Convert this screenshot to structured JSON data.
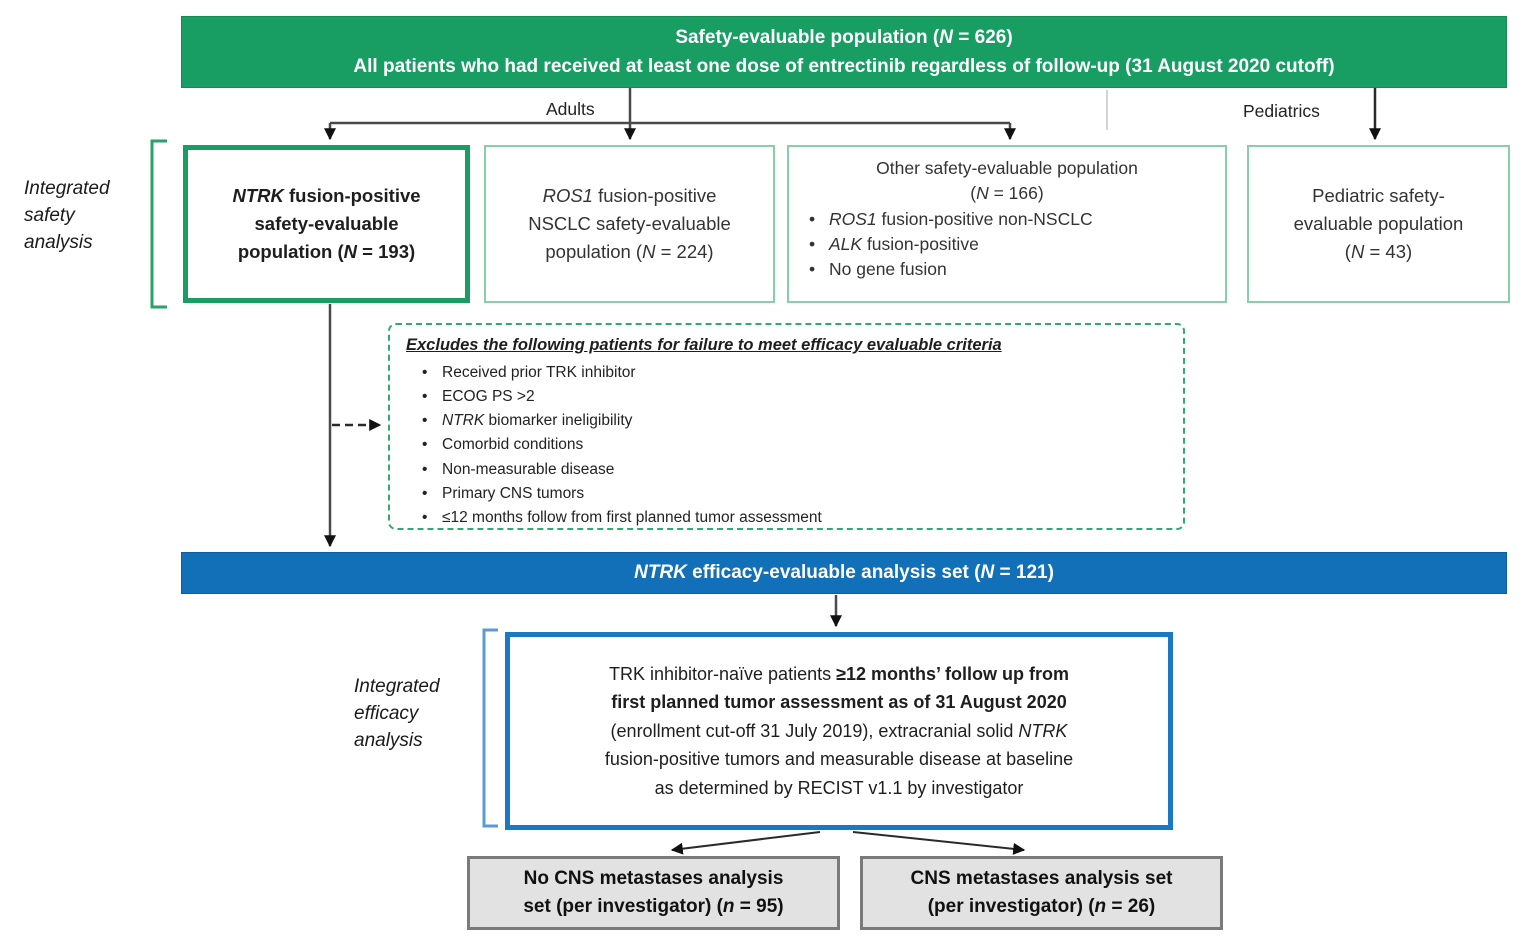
{
  "colors": {
    "green_fill": "#189e62",
    "green_border_light": "#85d0a8",
    "green_dashed_border": "#2fab6e",
    "green_bracket": "#2ba26b",
    "blue_fill": "#1170b8",
    "blue_border": "#1b78c2",
    "blue_bracket": "#5b9bd5",
    "gray_fill": "#e2e2e2",
    "gray_border": "#7a7a7a",
    "connector_line": "#4a4a4a"
  },
  "header": {
    "line1": [
      {
        "t": "Safety-evaluable population ("
      },
      {
        "t": "N",
        "i": true
      },
      {
        "t": " = 626)"
      }
    ],
    "line2": [
      {
        "t": "All patients who had received at least one dose of entrectinib regardless of follow-up (31 August 2020 cutoff)"
      }
    ]
  },
  "branch_labels": {
    "adults": "Adults",
    "pediatrics": "Pediatrics"
  },
  "side_labels": {
    "safety": [
      {
        "t": "Integrated"
      },
      {
        "br": true
      },
      {
        "t": "safety"
      },
      {
        "br": true
      },
      {
        "t": "analysis"
      }
    ],
    "efficacy": [
      {
        "t": "Integrated"
      },
      {
        "br": true
      },
      {
        "t": "efficacy"
      },
      {
        "br": true
      },
      {
        "t": "analysis"
      }
    ]
  },
  "row1": {
    "ntrk": [
      {
        "t": "NTRK",
        "i": true
      },
      {
        "t": " fusion-positive"
      },
      {
        "br": true
      },
      {
        "t": "safety-evaluable"
      },
      {
        "br": true
      },
      {
        "t": "population ("
      },
      {
        "t": "N",
        "i": true
      },
      {
        "t": " = 193)"
      }
    ],
    "ros1": [
      {
        "t": "ROS1",
        "i": true
      },
      {
        "t": " fusion-positive"
      },
      {
        "br": true
      },
      {
        "t": "NSCLC safety-evaluable"
      },
      {
        "br": true
      },
      {
        "t": "population ("
      },
      {
        "t": "N",
        "i": true
      },
      {
        "t": " = 224)"
      }
    ],
    "other": {
      "title": [
        {
          "t": "Other safety-evaluable population"
        },
        {
          "br": true
        },
        {
          "t": "("
        },
        {
          "t": "N",
          "i": true
        },
        {
          "t": " = 166)"
        }
      ],
      "bullets": [
        [
          {
            "t": "ROS1",
            "i": true
          },
          {
            "t": " fusion-positive non-NSCLC"
          }
        ],
        [
          {
            "t": "ALK",
            "i": true
          },
          {
            "t": " fusion-positive"
          }
        ],
        [
          {
            "t": "No gene fusion"
          }
        ]
      ]
    },
    "pediatric": [
      {
        "t": "Pediatric safety-"
      },
      {
        "br": true
      },
      {
        "t": "evaluable population"
      },
      {
        "br": true
      },
      {
        "t": "("
      },
      {
        "t": "N",
        "i": true
      },
      {
        "t": " = 43)"
      }
    ]
  },
  "excludes": {
    "title": [
      {
        "t": "Excludes the following patients for failure to meet efficacy evaluable criteria",
        "b": true,
        "i": true,
        "u": true
      }
    ],
    "bullets": [
      [
        {
          "t": "Received prior TRK inhibitor"
        }
      ],
      [
        {
          "t": "ECOG PS >2"
        }
      ],
      [
        {
          "t": "NTRK",
          "i": true
        },
        {
          "t": " biomarker ineligibility"
        }
      ],
      [
        {
          "t": "Comorbid conditions"
        }
      ],
      [
        {
          "t": "Non-measurable disease"
        }
      ],
      [
        {
          "t": "Primary CNS tumors"
        }
      ],
      [
        {
          "t": "≤12 months follow from first planned tumor assessment"
        }
      ]
    ]
  },
  "efficacy_bar": [
    {
      "t": "NTRK",
      "i": true
    },
    {
      "t": " efficacy-evaluable analysis set ("
    },
    {
      "t": "N",
      "i": true
    },
    {
      "t": " = 121)"
    }
  ],
  "efficacy_box": [
    {
      "t": "TRK inhibitor-naïve patients "
    },
    {
      "t": "≥12 months’ follow up from",
      "b": true
    },
    {
      "br": true
    },
    {
      "t": "first planned tumor assessment as of 31 August 2020",
      "b": true
    },
    {
      "br": true
    },
    {
      "t": "(enrollment cut-off 31 July 2019), extracranial solid "
    },
    {
      "t": "NTRK",
      "i": true
    },
    {
      "br": true
    },
    {
      "t": "fusion-positive tumors and measurable disease at baseline"
    },
    {
      "br": true
    },
    {
      "t": "as determined by RECIST v1.1 by investigator"
    }
  ],
  "outcome_boxes": {
    "no_cns": [
      {
        "t": "No CNS metastases analysis"
      },
      {
        "br": true
      },
      {
        "t": "set (per investigator) ("
      },
      {
        "t": "n",
        "i": true
      },
      {
        "t": " = 95)"
      }
    ],
    "cns": [
      {
        "t": "CNS metastases analysis set"
      },
      {
        "br": true
      },
      {
        "t": "(per investigator) ("
      },
      {
        "t": "n",
        "i": true
      },
      {
        "t": " = 26)"
      }
    ]
  }
}
